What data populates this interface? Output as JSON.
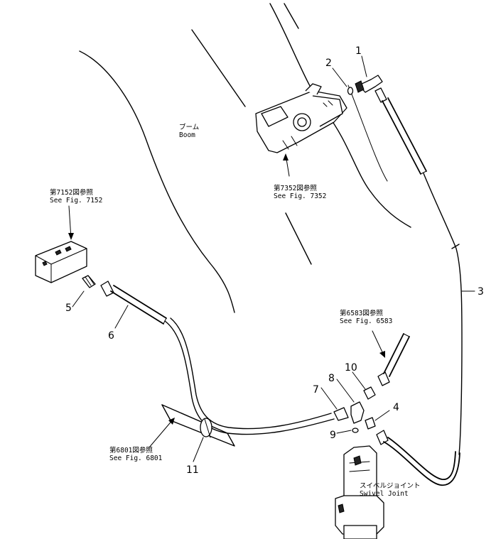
{
  "labels": {
    "boom_jp": "ブーム",
    "boom_en": "Boom",
    "fig7352_jp": "第7352図参照",
    "fig7352_en": "See Fig. 7352",
    "fig7152_jp": "第7152図参照",
    "fig7152_en": "See Fig. 7152",
    "fig6583_jp": "第6583図参照",
    "fig6583_en": "See Fig. 6583",
    "fig6801_jp": "第6801図参照",
    "fig6801_en": "See Fig. 6801",
    "swivel_jp": "スイベルジョイント",
    "swivel_en": "Swivel Joint"
  },
  "callouts": [
    "1",
    "2",
    "3",
    "4",
    "5",
    "6",
    "7",
    "8",
    "9",
    "10",
    "11"
  ]
}
